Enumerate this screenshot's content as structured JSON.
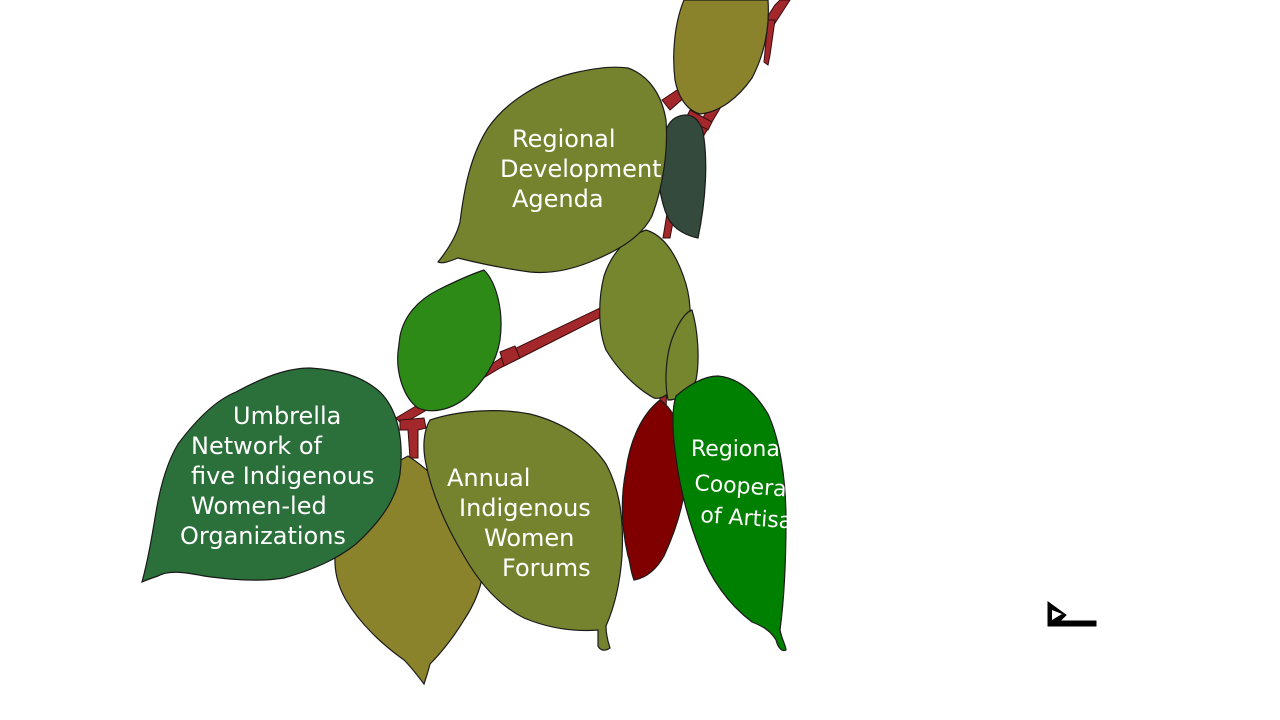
{
  "diagram": {
    "leaves": [
      {
        "id": "regional-development-agenda",
        "lines": [
          "Regional",
          "Development",
          "Agenda"
        ],
        "color": "#76832e"
      },
      {
        "id": "umbrella-network",
        "lines": [
          "Umbrella",
          "Network of",
          "five Indigenous",
          "Women-led",
          "Organizations"
        ],
        "color": "#2b703a"
      },
      {
        "id": "annual-forums",
        "lines": [
          "Annual",
          "Indigenous",
          "Women",
          "Forums"
        ],
        "color": "#76832e"
      },
      {
        "id": "regional-cooperative",
        "lines": [
          "Regional",
          "Cooperative",
          "of Artisans"
        ],
        "color": "#008000"
      }
    ],
    "decorative_leaf_colors": {
      "olive_light": "#8b832c",
      "olive": "#76862e",
      "dark_slate": "#344a3c",
      "grass": "#2d8a17",
      "maroon": "#800000"
    },
    "branch_color": "#a3282b"
  },
  "cursor": {
    "icon": "resize-corner-cursor-icon"
  }
}
